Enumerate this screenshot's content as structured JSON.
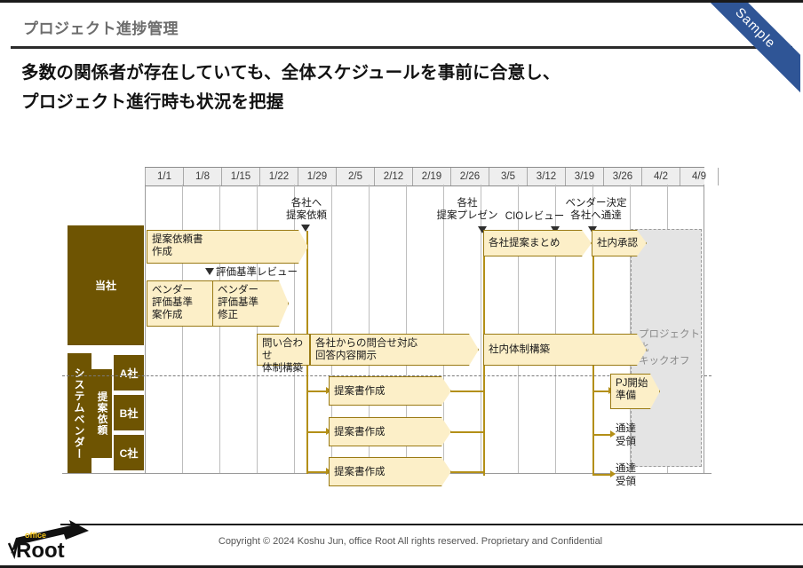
{
  "header": {
    "title": "プロジェクト進捗管理",
    "headline_line1": "多数の関係者が存在していても、全体スケジュールを事前に合意し、",
    "headline_line2": "プロジェクト進行時も状況を把握",
    "ribbon": "Sample"
  },
  "colors": {
    "band": "#6e5402",
    "bar_fill": "#fcefc8",
    "bar_border": "#9a7a14",
    "connector": "#b38f17",
    "ribbon": "#2f5596",
    "kickoff_fill": "#e4e4e4",
    "title_gray": "#6d6d6d"
  },
  "chart_data": {
    "type": "gantt",
    "title": "プロジェクト進捗管理",
    "timeline_headers": [
      "1/1",
      "1/8",
      "1/15",
      "1/22",
      "1/29",
      "2/5",
      "2/12",
      "2/19",
      "2/26",
      "3/5",
      "3/12",
      "3/19",
      "3/26",
      "4/2",
      "4/9"
    ],
    "swimlanes": [
      {
        "name": "当社",
        "rows": [
          {
            "tasks": [
              {
                "label": "提案依頼書\n作成",
                "start": "1/1",
                "end": "1/29"
              }
            ]
          },
          {
            "tasks": [
              {
                "label": "ベンダー\n評価基準\n案作成",
                "start": "1/1",
                "end": "1/15"
              },
              {
                "label": "ベンダー\n評価基準\n修正",
                "start": "1/15",
                "end": "1/29"
              }
            ]
          },
          {
            "tasks": [
              {
                "label": "問い合わせ\n体制構築",
                "start": "1/22",
                "end": "1/29"
              },
              {
                "label": "各社からの問合せ対応\n回答内容開示",
                "start": "1/29",
                "end": "2/26"
              },
              {
                "label": "社内体制構築",
                "start": "3/5",
                "end": "4/2"
              }
            ]
          },
          {
            "tasks": [
              {
                "label": "各社提案まとめ",
                "start": "3/5",
                "end": "3/19"
              },
              {
                "label": "社内承認",
                "start": "3/19",
                "end": "3/26"
              }
            ]
          }
        ]
      },
      {
        "name": "システムベンダー",
        "sub_name": "提案依頼",
        "rows": [
          {
            "company": "A社",
            "tasks": [
              {
                "label": "提案書作成",
                "start": "1/29",
                "end": "2/26"
              },
              {
                "label": "PJ開始\n準備",
                "start": "3/19",
                "end": "3/26"
              }
            ]
          },
          {
            "company": "B社",
            "tasks": [
              {
                "label": "提案書作成",
                "start": "1/29",
                "end": "2/26"
              }
            ],
            "notes": [
              {
                "label": "通達\n受領",
                "at": "3/26"
              }
            ]
          },
          {
            "company": "C社",
            "tasks": [
              {
                "label": "提案書作成",
                "start": "1/29",
                "end": "2/26"
              }
            ],
            "notes": [
              {
                "label": "通達\n受領",
                "at": "3/26"
              }
            ]
          }
        ]
      }
    ],
    "milestones": [
      {
        "label": "各社へ\n提案依頼",
        "at": "1/29"
      },
      {
        "label": "評価基準レビュー",
        "at": "1/15"
      },
      {
        "label": "各社\n提案プレゼン",
        "at": "3/5"
      },
      {
        "label": "CIOレビュー",
        "at": "3/19"
      },
      {
        "label": "ベンダー決定\n各社へ通達",
        "at": "3/26"
      }
    ],
    "phase_marker": {
      "label": "プロジェクト化\nキックオフ",
      "start": "4/2",
      "end": "4/9"
    }
  },
  "footer": {
    "copyright": "Copyright  © 2024 Koshu Jun, office Root All rights reserved. Proprietary and Confidential",
    "logo_top": "office",
    "logo_main": "Root"
  }
}
